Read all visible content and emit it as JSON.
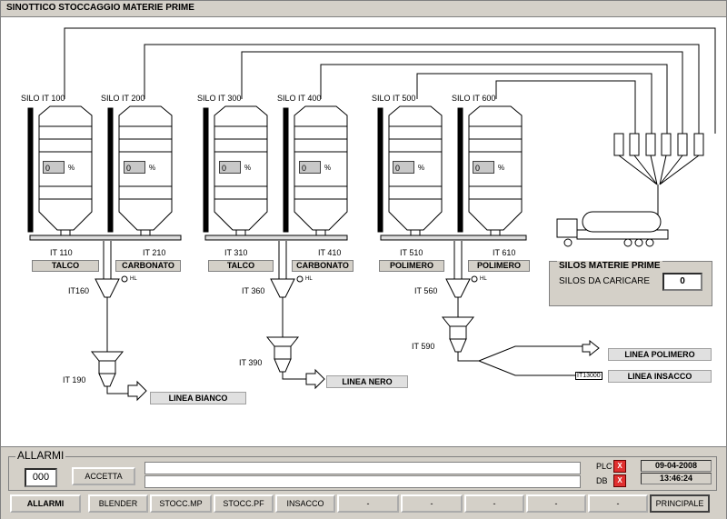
{
  "window": {
    "title": "SINOTTICO STOCCAGGIO MATERIE PRIME"
  },
  "silos": [
    {
      "label": "SILO IT 100",
      "value": "0",
      "unit": "%",
      "valve": "IT 110",
      "material": "TALCO"
    },
    {
      "label": "SILO IT 200",
      "value": "0",
      "unit": "%",
      "valve": "IT 210",
      "material": "CARBONATO"
    },
    {
      "label": "SILO IT 300",
      "value": "0",
      "unit": "%",
      "valve": "IT 310",
      "material": "TALCO"
    },
    {
      "label": "SILO IT 400",
      "value": "0",
      "unit": "%",
      "valve": "IT 410",
      "material": "CARBONATO"
    },
    {
      "label": "SILO IT 500",
      "value": "0",
      "unit": "%",
      "valve": "IT 510",
      "material": "POLIMERO"
    },
    {
      "label": "SILO IT 600",
      "value": "0",
      "unit": "%",
      "valve": "IT 610",
      "material": "POLIMERO"
    }
  ],
  "hoppers": {
    "h160": "IT160",
    "h360": "IT 360",
    "h560": "IT 560",
    "hl": "HL"
  },
  "filters": {
    "f190": "IT 190",
    "f390": "IT 390",
    "f590": "IT 590",
    "it13000": "IT13000"
  },
  "lines": {
    "bianco": "LINEA BIANCO",
    "nero": "LINEA NERO",
    "polimero": "LINEA POLIMERO",
    "insacco": "LINEA INSACCO"
  },
  "silos_box": {
    "title": "SILOS MATERIE PRIME",
    "label": "SILOS DA CARICARE",
    "value": "0"
  },
  "alarms": {
    "title": "ALLARMI",
    "count": "000",
    "accept": "ACCETTA",
    "plc": "PLC",
    "db": "DB",
    "x": "X"
  },
  "datetime": {
    "date": "09-04-2008",
    "time": "13:46:24"
  },
  "nav": [
    "ALLARMI",
    "BLENDER",
    "STOCC.MP",
    "STOCC.PF",
    "INSACCO",
    "-",
    "-",
    "-",
    "-",
    "-",
    "PRINCIPALE"
  ]
}
